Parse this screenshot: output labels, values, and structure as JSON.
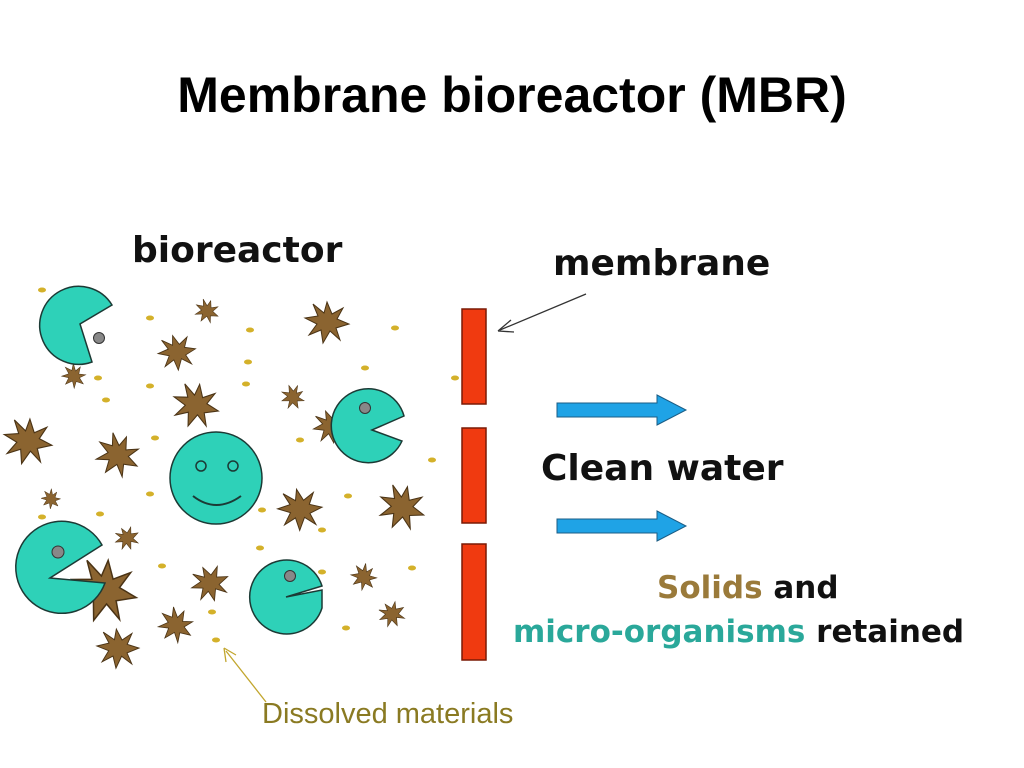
{
  "title": "Membrane bioreactor (MBR)",
  "labels": {
    "bioreactor": "bioreactor",
    "membrane": "membrane",
    "clean_water": "Clean water",
    "solids": "Solids",
    "and": "and",
    "micro_organisms": "micro-organisms",
    "retained": "retained",
    "dissolved": "Dissolved materials"
  },
  "colors": {
    "microbe": "#2ed1b8",
    "particle": "#8b6430",
    "dissolved": "#d4b12a",
    "membrane": "#f03a10",
    "arrow": "#1fa3e6",
    "solids_text": "#9a7a3a",
    "micro_text": "#2aa89a"
  }
}
